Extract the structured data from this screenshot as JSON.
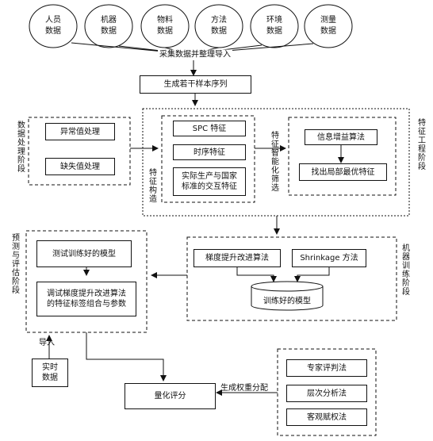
{
  "data_sources": [
    "人员\n数据",
    "机器\n数据",
    "物料\n数据",
    "方法\n数据",
    "环境\n数据",
    "测量\n数据"
  ],
  "collect_label": "采集数据并整理导入",
  "generate_samples": "生成若干样本序列",
  "data_processing": {
    "stage_label": "数据处理阶段",
    "outlier": "异常值处理",
    "missing": "缺失值处理"
  },
  "feature_engineering": {
    "stage_label": "特征工程阶段",
    "construction_label": "特征构造",
    "spc": "SPC 特征",
    "timeseries": "时序特征",
    "interaction": "实际生产与国家\n标准的交互特征",
    "selection_label": "特征智能化筛选",
    "info_gain": "信息增益算法",
    "local_optimal": "找出局部最优特征"
  },
  "model_training": {
    "stage_label": "机器训练阶段",
    "gbdt": "梯度提升改进算法",
    "shrinkage": "Shrinkage 方法",
    "trained_model": "训练好的模型"
  },
  "prediction": {
    "stage_label": "预测与评估阶段",
    "test_model": "测试训练好的模型",
    "tune": "调试梯度提升改进算法\n的特征标签组合与参数"
  },
  "import_label": "导入",
  "realtime": "实时\n数据",
  "quantify": "量化评分",
  "weight_label": "生成权重分配",
  "weighting": {
    "expert": "专家评判法",
    "ahp": "层次分析法",
    "objective": "客观赋权法"
  }
}
